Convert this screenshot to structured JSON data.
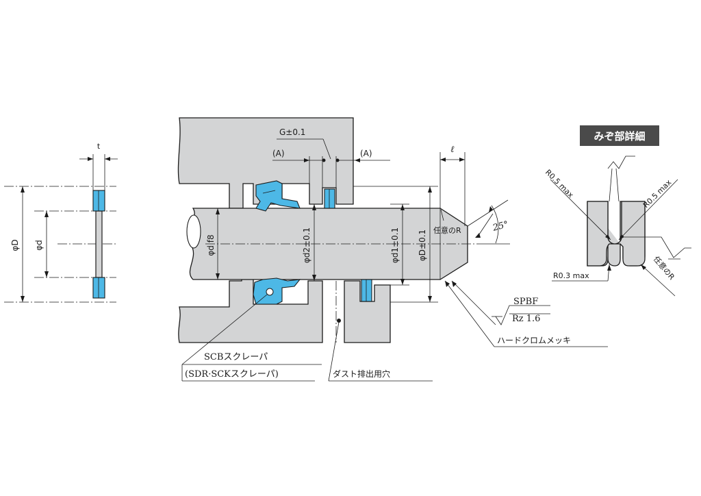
{
  "ring": {
    "t_label": "t",
    "phi_D_label": "φD",
    "phi_d_label": "φd"
  },
  "section": {
    "g_label": "G±0.1",
    "a_left_label": "(A)",
    "a_right_label": "(A)",
    "l_label": "ℓ",
    "rod_dia_label": "φd f8",
    "d2_label": "φd2±0.1",
    "d1_label": "φd1±0.1",
    "big_d_label": "φD±0.1",
    "any_r_label": "任意のR",
    "angle_label": "25°",
    "spbf_label": "SPBF",
    "rz_label": "Rz 1.6",
    "chrome_label": "ハードクロムメッキ",
    "scraper_label": "SCBスクレーパ",
    "scraper_alt_label": "(SDR·SCKスクレーパ)",
    "dust_hole_label": "ダスト排出用穴"
  },
  "detail": {
    "title": "みぞ部詳細",
    "r05_left_label": "R0.5 max",
    "r05_right_label": "R0.5 max",
    "r03_label": "R0.3 max",
    "any_r_label": "任意のR"
  },
  "colors": {
    "seal": "#4db8e6",
    "housing": "#d3d4d5",
    "badge": "#4a4a4a"
  }
}
